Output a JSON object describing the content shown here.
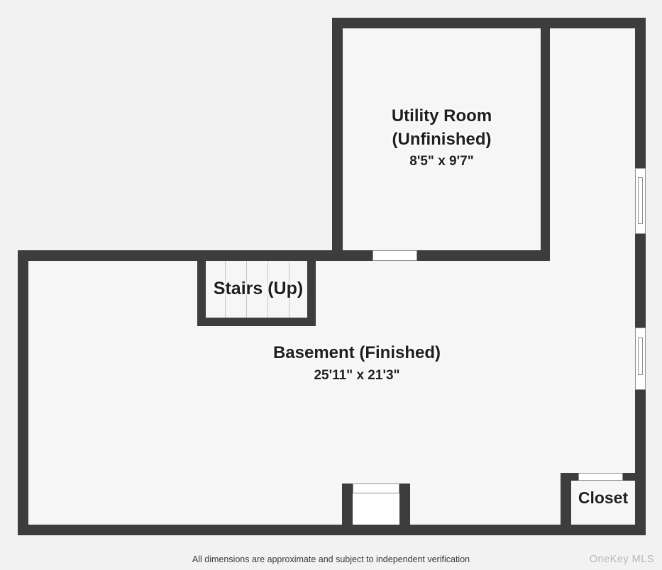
{
  "rooms": {
    "utility": {
      "name": "Utility Room",
      "status": "(Unfinished)",
      "dimensions": "8'5\" x 9'7\""
    },
    "stairs": {
      "label": "Stairs (Up)"
    },
    "basement": {
      "name": "Basement (Finished)",
      "dimensions": "25'11\" x 21'3\""
    },
    "closet": {
      "name": "Closet"
    }
  },
  "colors": {
    "wall": "#3d3d3d",
    "floor": "#f6f6f6",
    "background": "#f2f2f2",
    "opening": "#ffffff"
  },
  "footer": {
    "disclaimer": "All dimensions are approximate and subject to independent verification",
    "watermark": "OneKey MLS"
  }
}
